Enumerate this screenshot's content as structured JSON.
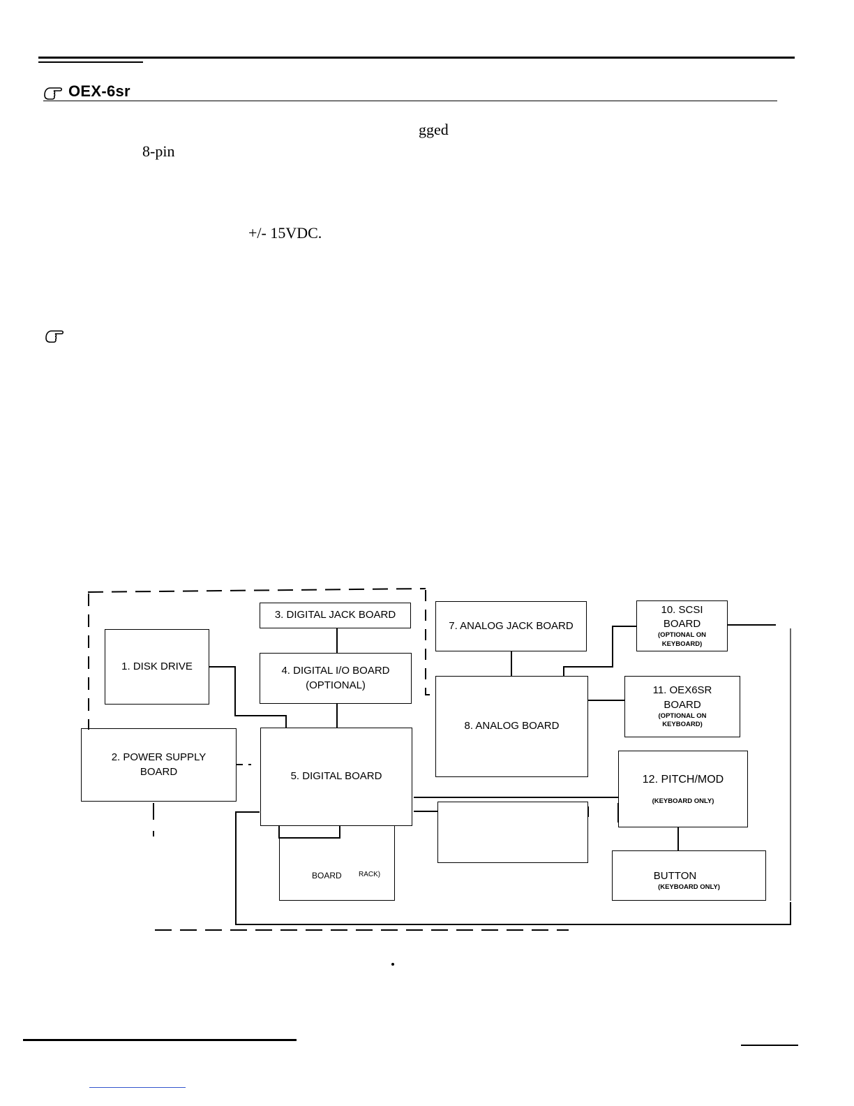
{
  "header": {
    "heading_title": "OEX-6sr",
    "heading_icon": "pointing-hand-icon"
  },
  "body_fragments": {
    "frag_1": "gged",
    "frag_2": "8-pin",
    "frag_3": "+/- 15VDC."
  },
  "second_section": {
    "icon": "pointing-hand-icon"
  },
  "diagram": {
    "boxes": {
      "disk_drive": "1. DISK DRIVE",
      "power_supply_line1": "2. POWER SUPPLY",
      "power_supply_line2": "BOARD",
      "digital_jack": "3. DIGITAL JACK BOARD",
      "digital_io_line1": "4. DIGITAL I/O BOARD",
      "digital_io_line2": "(OPTIONAL)",
      "digital_board": "5. DIGITAL BOARD",
      "board_rack_a": "BOARD",
      "board_rack_b": "RACK)",
      "analog_jack": "7. ANALOG JACK BOARD",
      "analog_board": "8.  ANALOG BOARD",
      "scsi_line1": "10. SCSI",
      "scsi_line2": "BOARD",
      "scsi_line3": "(OPTIONAL ON",
      "scsi_line4": "KEYBOARD)",
      "oex_line1": "11. OEX6SR",
      "oex_line2": "BOARD",
      "oex_line3": "(OPTIONAL ON",
      "oex_line4": "KEYBOARD)",
      "pitch_line1": "12. PITCH/MOD",
      "pitch_line2": "(KEYBOARD ONLY)",
      "button_line1": "BUTTON",
      "button_line2": "(KEYBOARD ONLY)"
    }
  }
}
